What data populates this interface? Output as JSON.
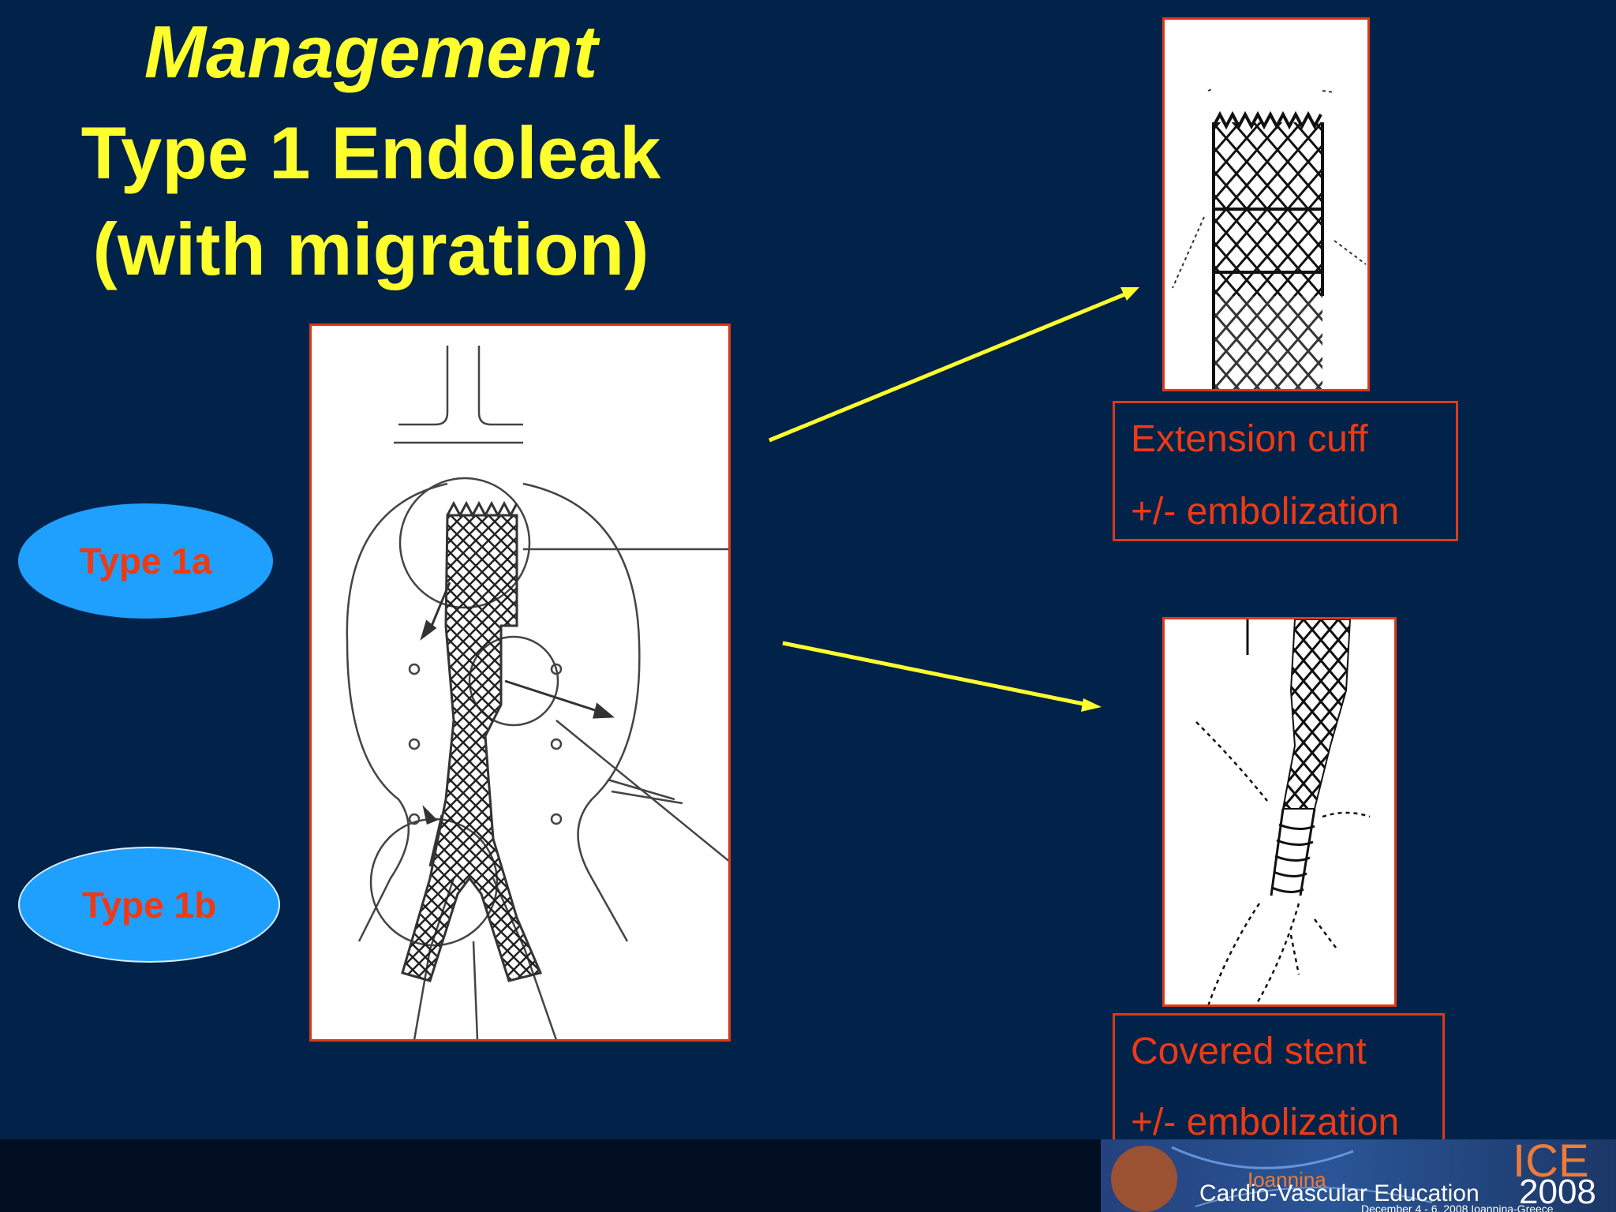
{
  "title": {
    "line1": "Management",
    "line2": "Type 1 Endoleak",
    "line3": "(with migration)"
  },
  "labels": {
    "type_1a": "Type 1a",
    "type_1b": "Type 1b"
  },
  "boxes": {
    "extension": {
      "line1": "Extension cuff",
      "line2": "+/- embolization"
    },
    "covered": {
      "line1": "Covered stent",
      "line2": "+/- embolization"
    }
  },
  "logo": {
    "city": "Ioannina",
    "name": "Cardio-Vascular Education",
    "year": "2008",
    "brand": "ICE",
    "dates": "December 4 - 6, 2008 Ioannina-Greece"
  },
  "colors": {
    "background": "#012349",
    "title": "#ffff2e",
    "accent_red": "#ee3a14",
    "oval_blue": "#1fa0ff",
    "arrow": "#ffff2e"
  }
}
